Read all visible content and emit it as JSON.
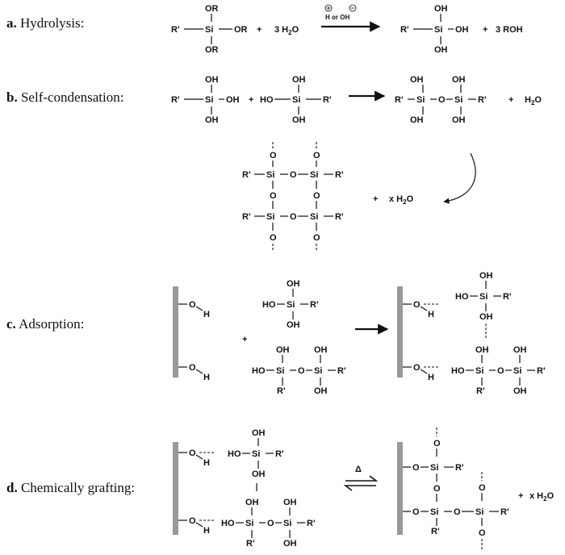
{
  "steps": {
    "a": {
      "letter": "a.",
      "label": "Hydrolysis:"
    },
    "b": {
      "letter": "b.",
      "label": "Self-condensation:"
    },
    "c": {
      "letter": "c.",
      "label": "Adsorption:"
    },
    "d": {
      "letter": "d.",
      "label": "Chemically grafting:"
    }
  },
  "chem": {
    "or": "OR",
    "oh": "OH",
    "si": "Si",
    "rp": "R'",
    "o": "O",
    "h": "H",
    "ho": "HO",
    "plus": "+",
    "h2o": "H",
    "sub2": "2",
    "o_after": "O",
    "three_h2o_prefix": "3 H",
    "rooh": "3 ROH",
    "x_h2o_prefix": "x H",
    "catalyst": "H or OH",
    "heat": "Δ"
  }
}
